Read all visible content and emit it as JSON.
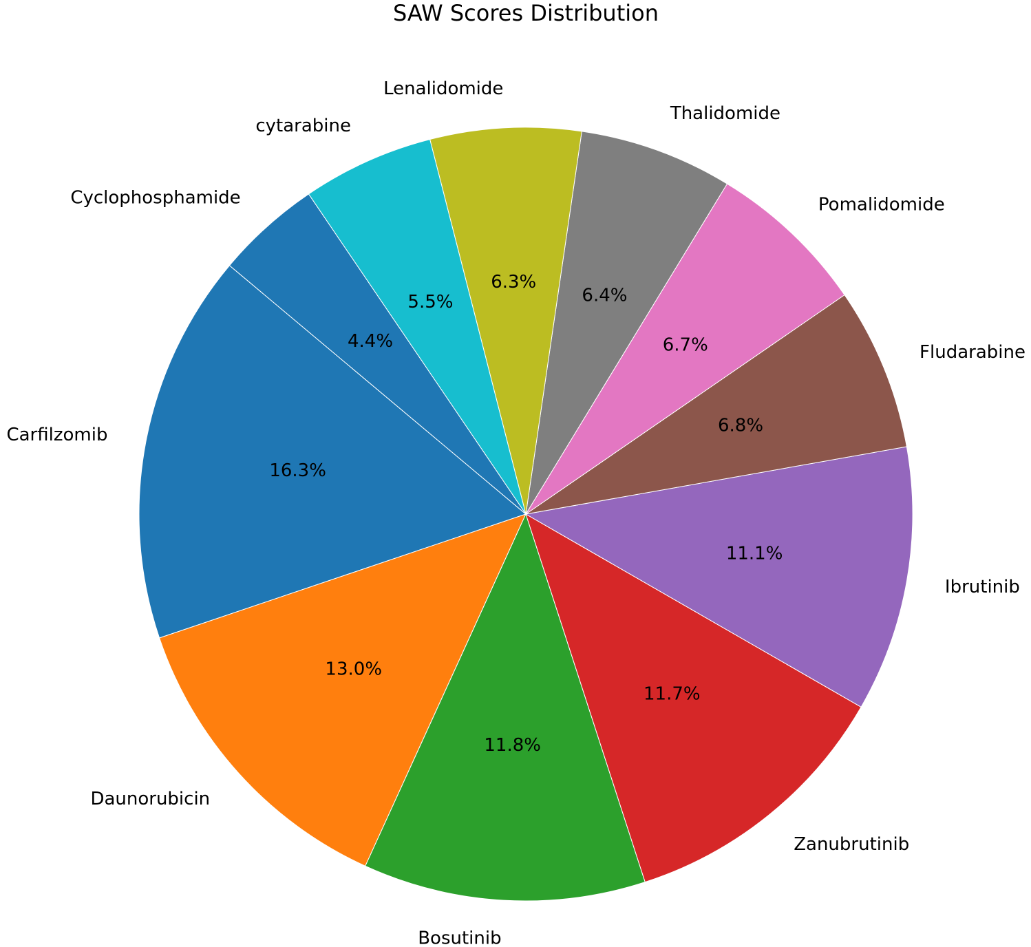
{
  "chart_data": {
    "type": "pie",
    "title": "SAW Scores Distribution",
    "slices": [
      {
        "label": "Carfilzomib",
        "value": 16.3,
        "pct_label": "16.3%",
        "color": "#1f77b4"
      },
      {
        "label": "Daunorubicin",
        "value": 13.0,
        "pct_label": "13.0%",
        "color": "#ff7f0e"
      },
      {
        "label": "Bosutinib",
        "value": 11.8,
        "pct_label": "11.8%",
        "color": "#2ca02c"
      },
      {
        "label": "Zanubrutinib",
        "value": 11.7,
        "pct_label": "11.7%",
        "color": "#d62728"
      },
      {
        "label": "Ibrutinib",
        "value": 11.1,
        "pct_label": "11.1%",
        "color": "#9467bd"
      },
      {
        "label": "Fludarabine",
        "value": 6.8,
        "pct_label": "6.8%",
        "color": "#8c564b"
      },
      {
        "label": "Pomalidomide",
        "value": 6.7,
        "pct_label": "6.7%",
        "color": "#e377c2"
      },
      {
        "label": "Thalidomide",
        "value": 6.4,
        "pct_label": "6.4%",
        "color": "#7f7f7f"
      },
      {
        "label": "Lenalidomide",
        "value": 6.3,
        "pct_label": "6.3%",
        "color": "#bcbd22"
      },
      {
        "label": "cytarabine",
        "value": 5.5,
        "pct_label": "5.5%",
        "color": "#17becf"
      },
      {
        "label": "Cyclophosphamide",
        "value": 4.4,
        "pct_label": "4.4%",
        "color": "#1f77b4"
      }
    ],
    "start_angle_deg": 140,
    "direction": "counterclockwise",
    "legend": "none"
  }
}
